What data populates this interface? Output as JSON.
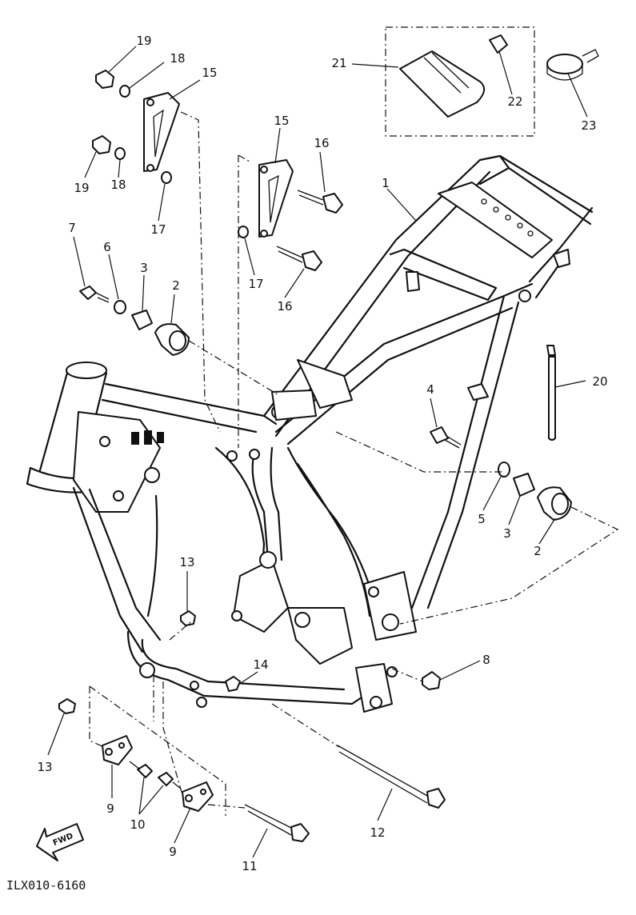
{
  "diagram": {
    "code": "ILX010-6160",
    "fwd_label": "FWD",
    "callouts": {
      "c1": "1",
      "c2a": "2",
      "c2b": "2",
      "c3a": "3",
      "c3b": "3",
      "c4": "4",
      "c5": "5",
      "c6": "6",
      "c7": "7",
      "c8": "8",
      "c9a": "9",
      "c9b": "9",
      "c10": "10",
      "c11": "11",
      "c12": "12",
      "c13a": "13",
      "c13b": "13",
      "c14": "14",
      "c15a": "15",
      "c15b": "15",
      "c16a": "16",
      "c16b": "16",
      "c17a": "17",
      "c17b": "17",
      "c18a": "18",
      "c18b": "18",
      "c19a": "19",
      "c19b": "19",
      "c20": "20",
      "c21": "21",
      "c22": "22",
      "c23": "23"
    }
  }
}
